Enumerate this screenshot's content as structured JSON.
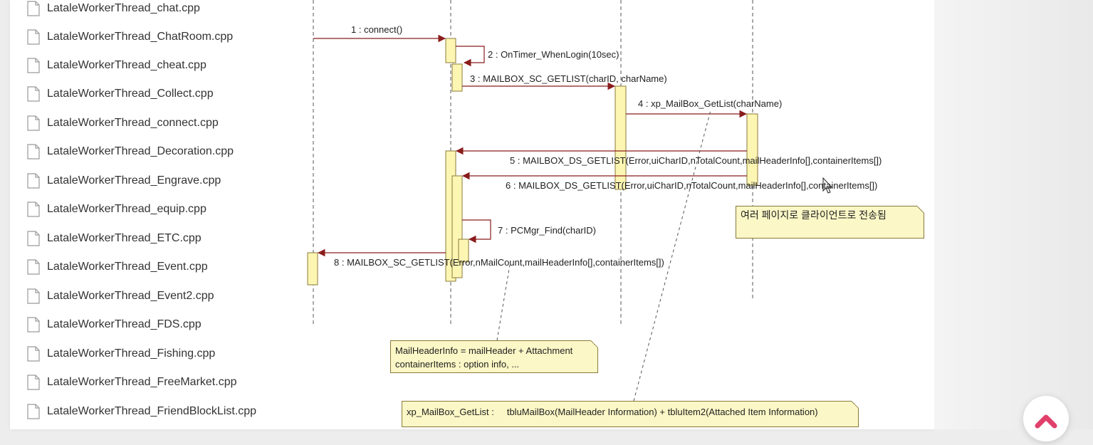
{
  "files": [
    "LataleWorkerThread_chat.cpp",
    "LataleWorkerThread_ChatRoom.cpp",
    "LataleWorkerThread_cheat.cpp",
    "LataleWorkerThread_Collect.cpp",
    "LataleWorkerThread_connect.cpp",
    "LataleWorkerThread_Decoration.cpp",
    "LataleWorkerThread_Engrave.cpp",
    "LataleWorkerThread_equip.cpp",
    "LataleWorkerThread_ETC.cpp",
    "LataleWorkerThread_Event.cpp",
    "LataleWorkerThread_Event2.cpp",
    "LataleWorkerThread_FDS.cpp",
    "LataleWorkerThread_Fishing.cpp",
    "LataleWorkerThread_FreeMarket.cpp",
    "LataleWorkerThread_FriendBlockList.cpp"
  ],
  "messages": [
    "1 : connect()",
    "2 : OnTimer_WhenLogin(10sec)",
    "3 : MAILBOX_SC_GETLIST(charID, charName)",
    "4 : xp_MailBox_GetList(charName)",
    "5 : MAILBOX_DS_GETLIST(Error,uiCharID,nTotalCount,mailHeaderInfo[],containerItems[])",
    "6 : MAILBOX_DS_GETLIST(Error,uiCharID,nTotalCount,mailHeaderInfo[],containerItems[])",
    "7 : PCMgr_Find(charID)",
    "8 : MAILBOX_SC_GETLIST(Error,nMailCount,mailHeaderInfo[],containerItems[])"
  ],
  "notes": {
    "korean": "여러 페이지로 클라이언트로 전송됨",
    "mail_header_line1": "MailHeaderInfo = mailHeader + Attachment",
    "mail_header_line2": "containerItems : option info, ...",
    "getlist_prefix": "xp_MailBox_GetList :",
    "getlist_body": "tbluMailBox(MailHeader Information) + tbluItem2(Attached Item Information)"
  },
  "colors": {
    "activation_fill": "#fdf6b3",
    "activation_stroke": "#8a7a3a",
    "arrow": "#8b1c1c",
    "lifeline": "#555555",
    "scroll_chevron": "#e0406a"
  }
}
